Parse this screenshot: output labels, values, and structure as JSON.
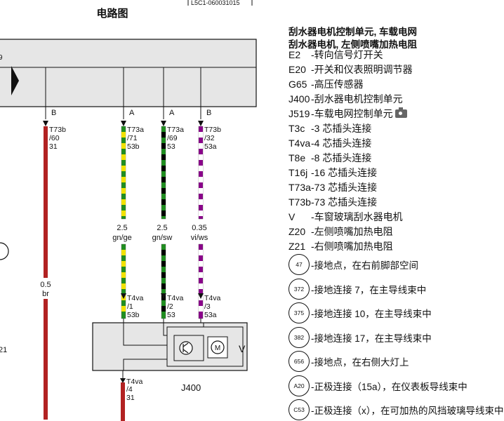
{
  "diagram": {
    "title": "电路图",
    "doc_code": "L5C1-060031015",
    "bus_label": "9",
    "left_edge_label": "21",
    "wires": [
      {
        "top_letter": "B",
        "conn": "T73b",
        "pin": "/60",
        "term": "31",
        "size": "0.5",
        "color_code": "br",
        "colors": [
          "#b22222"
        ]
      },
      {
        "top_letter": "A",
        "conn": "T73a",
        "pin": "/71",
        "term": "53b",
        "size": "2.5",
        "color_code": "gn/ge",
        "colors": [
          "#1f8f1f",
          "#f2e200"
        ],
        "conn2": "T4va",
        "pin2": "/1",
        "term2": "53b"
      },
      {
        "top_letter": "A",
        "conn": "T73a",
        "pin": "/69",
        "term": "53",
        "size": "2.5",
        "color_code": "gn/sw",
        "colors": [
          "#1f8f1f",
          "#000000"
        ],
        "conn2": "T4va",
        "pin2": "/2",
        "term2": "53"
      },
      {
        "top_letter": "B",
        "conn": "T73b",
        "pin": "/32",
        "term": "53a",
        "size": "0.35",
        "color_code": "vi/ws",
        "colors": [
          "#8b008b",
          "#ffffff"
        ],
        "conn2": "T4va",
        "pin2": "/3",
        "term2": "53a"
      }
    ],
    "bottom_conn": "T4va",
    "bottom_pin": "/4",
    "bottom_term": "31",
    "motor_label": "M",
    "motor_ref": "V",
    "unit_ref": "J400"
  },
  "panel": {
    "title_lines": [
      "刮水器电机控制单元, 车载电网",
      "刮水器电机, 左侧喷嘴加热电阻"
    ],
    "legend": [
      {
        "code": "E2",
        "desc": "-转向信号灯开关"
      },
      {
        "code": "E20",
        "desc": "-开关和仪表照明调节器"
      },
      {
        "code": "G65",
        "desc": "-高压传感器"
      },
      {
        "code": "J400",
        "desc": "-刮水器电机控制单元"
      },
      {
        "code": "J519",
        "desc": "-车载电网控制单元",
        "has_camera": true
      },
      {
        "code": "T3c",
        "desc": "-3 芯插头连接"
      },
      {
        "code": "T4va",
        "desc": "-4 芯插头连接"
      },
      {
        "code": "T8e",
        "desc": "-8 芯插头连接"
      },
      {
        "code": "T16j",
        "desc": "-16 芯插头连接"
      },
      {
        "code": "T73a",
        "desc": "-73 芯插头连接"
      },
      {
        "code": "T73b",
        "desc": "-73 芯插头连接"
      },
      {
        "code": "V",
        "desc": "-车窗玻璃刮水器电机"
      },
      {
        "code": "Z20",
        "desc": "-左侧喷嘴加热电阻"
      },
      {
        "code": "Z21",
        "desc": "-右侧喷嘴加热电阻"
      }
    ],
    "grounds": [
      {
        "code": "47",
        "desc": "-接地点，在右前脚部空间"
      },
      {
        "code": "372",
        "desc": "-接地连接 7，在主导线束中"
      },
      {
        "code": "375",
        "desc": "-接地连接 10，在主导线束中"
      },
      {
        "code": "382",
        "desc": "-接地连接 17，在主导线束中"
      },
      {
        "code": "656",
        "desc": "-接地点，在右侧大灯上"
      },
      {
        "code": "A20",
        "desc": "-正极连接（15a），在仪表板导线束中"
      },
      {
        "code": "C53",
        "desc": "-正极连接（x），在可加热的风挡玻璃导线束中"
      }
    ]
  }
}
